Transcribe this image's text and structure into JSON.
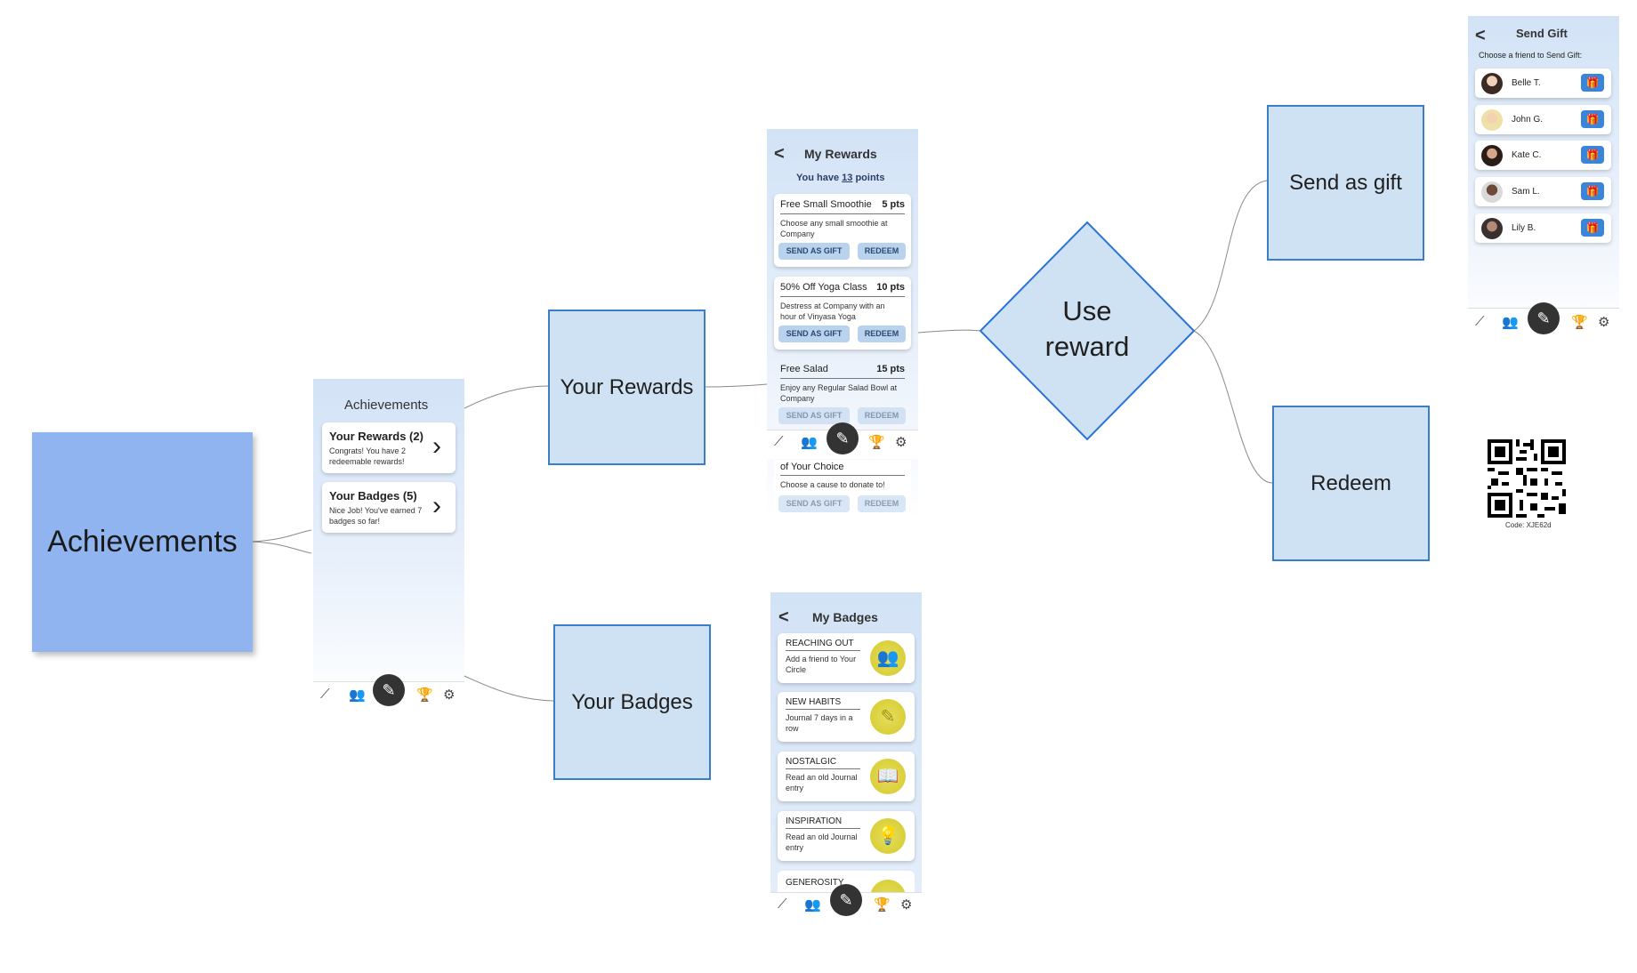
{
  "diagram": {
    "nodes": {
      "achievements": "Achievements",
      "your_rewards": "Your Rewards",
      "your_badges": "Your Badges",
      "use_reward": "Use reward",
      "send_as_gift": "Send as gift",
      "redeem": "Redeem"
    },
    "edges": [
      {
        "from": "achievements",
        "to": "achievements_screen"
      },
      {
        "from": "achievements_screen",
        "to": "your_rewards"
      },
      {
        "from": "achievements_screen",
        "to": "your_badges"
      },
      {
        "from": "your_rewards",
        "to": "my_rewards_screen"
      },
      {
        "from": "my_rewards_screen",
        "to": "use_reward"
      },
      {
        "from": "use_reward",
        "to": "send_as_gift"
      },
      {
        "from": "use_reward",
        "to": "redeem"
      }
    ],
    "colors": {
      "box_fill": "#cfe2f3",
      "box_border": "#3a7ec8",
      "achievements_fill": "#8fb4ef",
      "nav_active": "#2b74d6"
    }
  },
  "achievements_screen": {
    "title": "Achievements",
    "cards": [
      {
        "title": "Your Rewards (2)",
        "sub": "Congrats! You have 2 redeemable rewards!"
      },
      {
        "title": "Your Badges (5)",
        "sub": "Nice Job! You've earned 7 badges so far!"
      }
    ]
  },
  "nav": {
    "icons": [
      "trend-icon",
      "people-icon",
      "pencil-icon",
      "trophy-icon",
      "gear-icon"
    ],
    "active": "trophy-icon"
  },
  "rewards_screen": {
    "back": "<",
    "title": "My Rewards",
    "points_prefix": "You have ",
    "points_value": "13",
    "points_suffix": " points",
    "items": [
      {
        "name": "Free Small Smoothie",
        "pts": "5 pts",
        "desc": "Choose any small smoothie at Company",
        "gift": "SEND AS GIFT",
        "redeem": "REDEEM"
      },
      {
        "name": "50% Off Yoga Class",
        "pts": "10 pts",
        "desc": "Destress at Company with an hour of Vinyasa Yoga",
        "gift": "SEND AS GIFT",
        "redeem": "REDEEM"
      },
      {
        "name": "Free Salad",
        "pts": "15 pts",
        "desc": "Enjoy any Regular Salad Bowl at Company",
        "gift": "SEND AS GIFT",
        "redeem": "REDEEM"
      }
    ],
    "overflow": {
      "name": "of Your Choice",
      "desc": "Choose a cause to donate to!",
      "gift": "SEND AS GIFT",
      "redeem": "REDEEM"
    }
  },
  "badges_screen": {
    "back": "<",
    "title": "My Badges",
    "badges": [
      {
        "name": "REACHING OUT",
        "desc": "Add a friend to Your Circle",
        "icon": "people-badge-icon"
      },
      {
        "name": "NEW HABITS",
        "desc": "Journal 7 days in a row",
        "icon": "journal-badge-icon"
      },
      {
        "name": "NOSTALGIC",
        "desc": "Read an old Journal entry",
        "icon": "reading-badge-icon"
      },
      {
        "name": "INSPIRATION",
        "desc": "Read an old Journal entry",
        "icon": "lightbulb-badge-icon"
      },
      {
        "name": "GENEROSITY",
        "desc": "",
        "icon": "heart-badge-icon"
      }
    ]
  },
  "gift_screen": {
    "back": "<",
    "title": "Send Gift",
    "subtitle": "Choose a friend to Send Gift:",
    "friends": [
      "Belle T.",
      "John G.",
      "Kate C.",
      "Sam L.",
      "Lily B."
    ]
  },
  "redeem_qr": {
    "code": "Code: XJE62d"
  }
}
